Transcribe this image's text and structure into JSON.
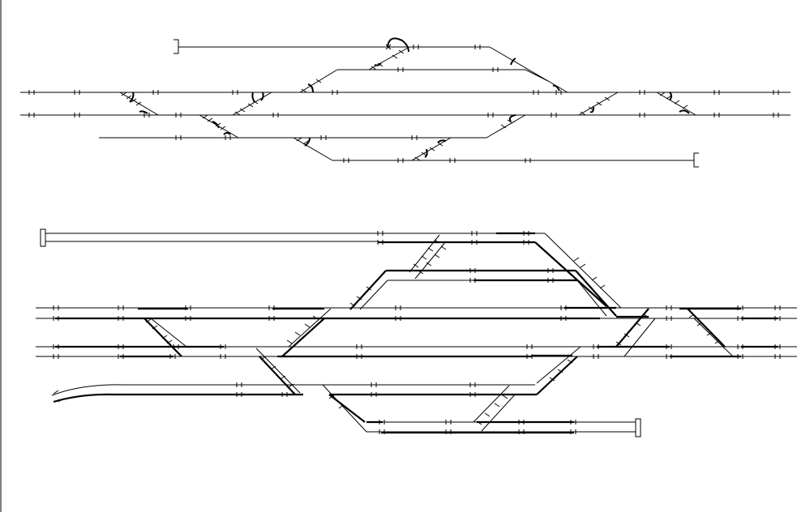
{
  "diagram": {
    "title": "",
    "line_color": "#000000",
    "background": "#ffffff",
    "views": [
      {
        "name": "upper-track-layout",
        "style": "thin"
      },
      {
        "name": "lower-track-layout",
        "style": "double-line-with-highlighted-route"
      }
    ]
  }
}
